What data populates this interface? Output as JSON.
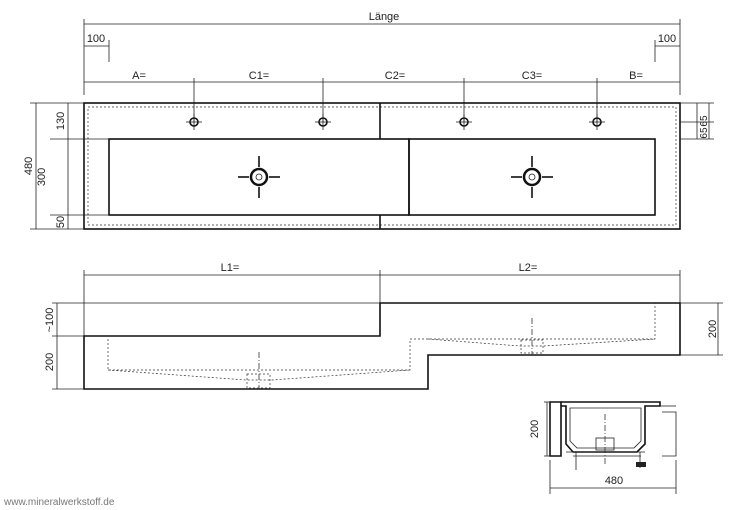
{
  "top_view": {
    "overall_length_label": "Länge",
    "margin_left_label": "100",
    "margin_right_label": "100",
    "segment_labels": [
      "A=",
      "C1=",
      "C2=",
      "C3=",
      "B="
    ],
    "depth_total_label": "480",
    "depth_parts": [
      "130",
      "300",
      "50"
    ],
    "right_parts": [
      "65",
      "65"
    ]
  },
  "front_view": {
    "segment_labels": [
      "L1=",
      "L2="
    ],
    "left_dims": [
      "~100",
      "200"
    ],
    "right_dim": "200"
  },
  "side_view": {
    "height_label": "200",
    "width_label": "480"
  },
  "footer": {
    "watermark": "www.mineralwerkstoff.de"
  }
}
